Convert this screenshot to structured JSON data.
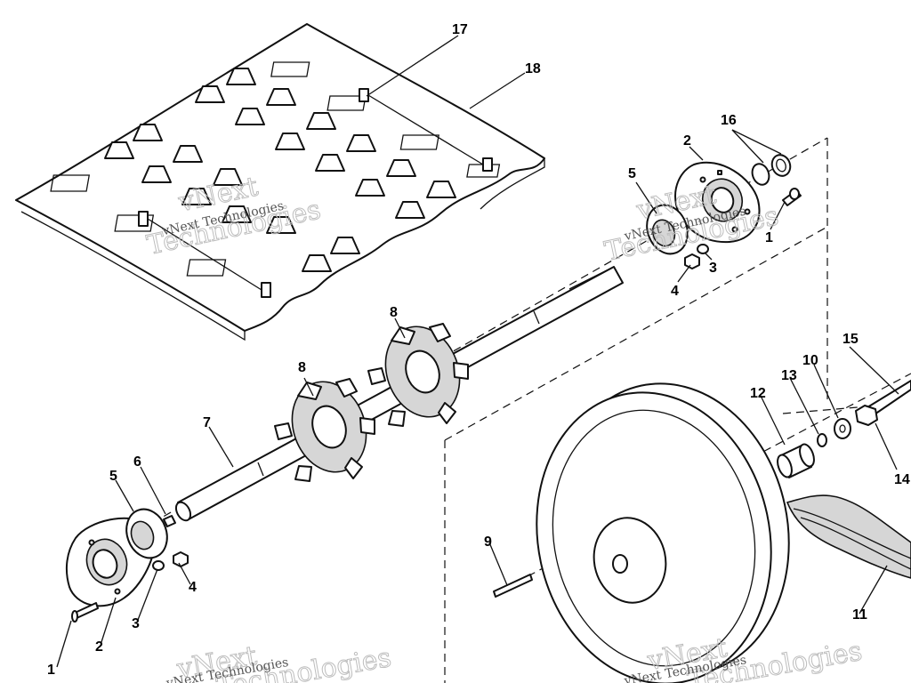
{
  "callouts": {
    "c1a": "1",
    "c1b": "1",
    "c2a": "2",
    "c2b": "2",
    "c3a": "3",
    "c3b": "3",
    "c4a": "4",
    "c4b": "4",
    "c5a": "5",
    "c5b": "5",
    "c6": "6",
    "c7": "7",
    "c8a": "8",
    "c8b": "8",
    "c9": "9",
    "c10": "10",
    "c11": "11",
    "c12": "12",
    "c13": "13",
    "c14": "14",
    "c15": "15",
    "c16": "16",
    "c17": "17",
    "c18": "18"
  },
  "watermark": {
    "line1": "vNext",
    "line2": "Technologies",
    "small": "vNext Technologies"
  }
}
